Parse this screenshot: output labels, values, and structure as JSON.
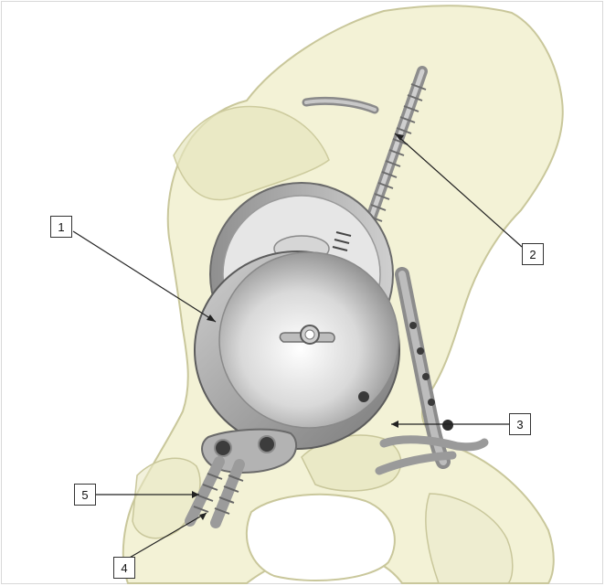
{
  "diagram": {
    "callouts": [
      {
        "label": "1"
      },
      {
        "label": "2"
      },
      {
        "label": "3"
      },
      {
        "label": "4"
      },
      {
        "label": "5"
      }
    ],
    "parts": {
      "bone": "pelvis-bone",
      "cup": "acetabular-cup-implant",
      "upper_screw": "iliac-screw",
      "plate": "posterior-column-plate",
      "lower_screws": "pubic-screws",
      "lower_plate": "pubic-plate"
    },
    "colors": {
      "bone_fill": "#f1f0cf",
      "bone_stroke": "#c9c79b",
      "metal_light": "#f2f2f2",
      "metal_mid": "#b8b8b8",
      "metal_dark": "#6e6e6e",
      "leader": "#222222"
    }
  }
}
